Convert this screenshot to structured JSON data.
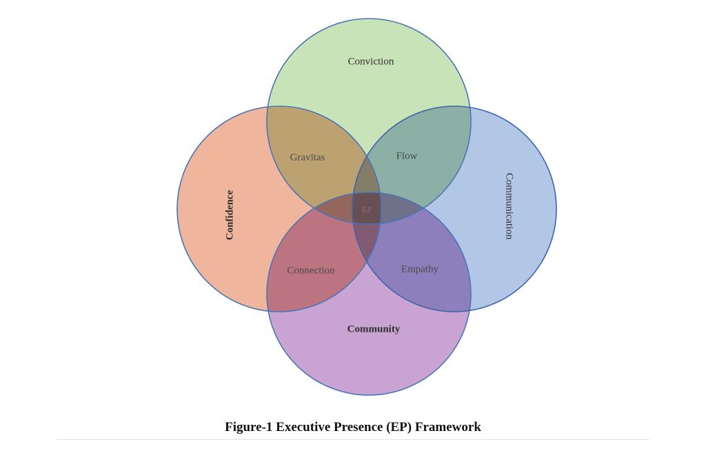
{
  "diagram": {
    "circles": [
      {
        "name": "Conviction",
        "fill": "#c9e3b8",
        "stroke": "#4a74b8"
      },
      {
        "name": "Confidence",
        "fill": "#efb59d",
        "stroke": "#4a74b8"
      },
      {
        "name": "Communication",
        "fill": "#b2c6e6",
        "stroke": "#3d64ad"
      },
      {
        "name": "Community",
        "fill": "#c9a3d1",
        "stroke": "#4a74b8"
      }
    ],
    "labels": {
      "conviction": "Conviction",
      "confidence": "Confidence",
      "communication": "Communication",
      "community": "Community",
      "gravitas": "Gravitas",
      "flow": "Flow",
      "connection": "Connection",
      "empathy": "Empathy",
      "center": "EP"
    }
  },
  "caption": "Figure-1 Executive Presence (EP) Framework"
}
